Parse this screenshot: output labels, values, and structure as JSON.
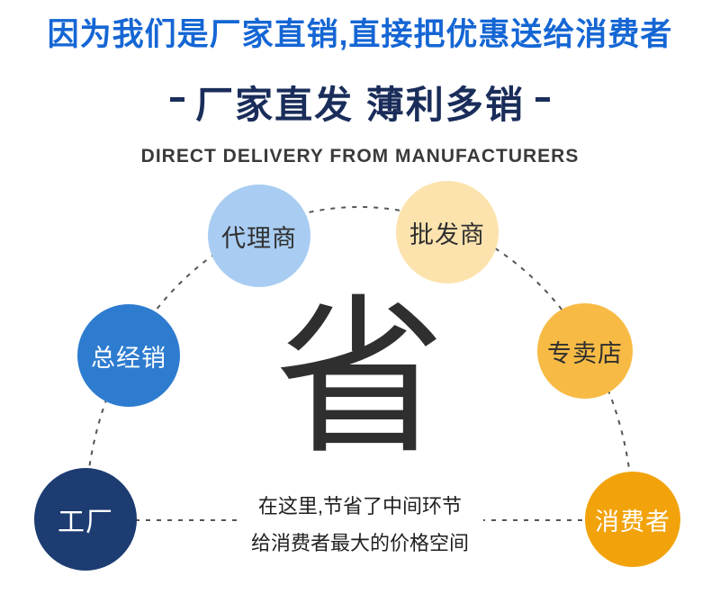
{
  "header": {
    "banner": "因为我们是厂家直销,直接把优惠送给消费者",
    "banner_color": "#1566d4",
    "title": "厂家直发 薄利多销",
    "title_color": "#1a2d5a",
    "subtitle": "DIRECT DELIVERY FROM MANUFACTURERS",
    "subtitle_color": "#3a3a3a"
  },
  "diagram": {
    "center_character": "省",
    "center_color": "#2f2f2f",
    "connector_color": "#555555",
    "nodes": [
      {
        "id": "factory",
        "label": "工厂",
        "fill": "#1c3c72",
        "text_color": "#ffffff"
      },
      {
        "id": "general-distributor",
        "label": "总经销",
        "fill": "#2e7cd0",
        "text_color": "#ffffff"
      },
      {
        "id": "agent",
        "label": "代理商",
        "fill": "#a9cdf2",
        "text_color": "#2f2f2f"
      },
      {
        "id": "wholesaler",
        "label": "批发商",
        "fill": "#fce3ae",
        "text_color": "#2f2f2f"
      },
      {
        "id": "specialty-store",
        "label": "专卖店",
        "fill": "#f7bb45",
        "text_color": "#2f2f2f"
      },
      {
        "id": "consumer",
        "label": "消费者",
        "fill": "#f2a30c",
        "text_color": "#ffffff"
      }
    ],
    "caption_line1": "在这里,节省了中间环节",
    "caption_line2": "给消费者最大的价格空间"
  }
}
